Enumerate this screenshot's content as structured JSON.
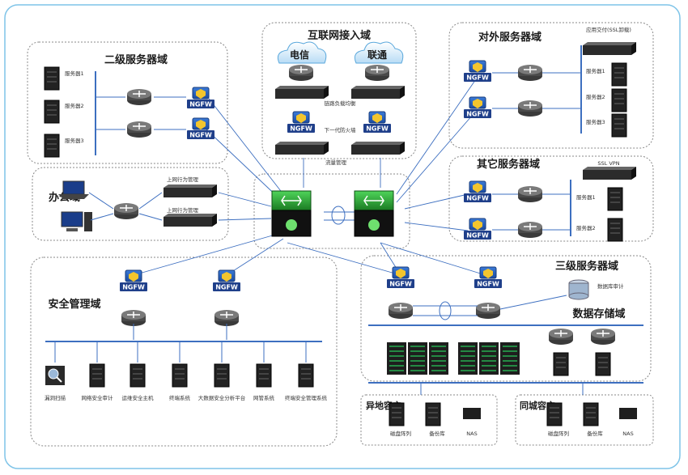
{
  "zones": {
    "internet": "互联网接入域",
    "level2": "二级服务器域",
    "external": "对外服务器域",
    "office": "办公域",
    "other": "其它服务器域",
    "security": "安全管理域",
    "level3": "三级服务器域",
    "storage": "数据存储域",
    "remote_dr": "异地容灾",
    "local_dr": "同城容灾"
  },
  "isp": {
    "telecom": "电信",
    "unicom": "联通"
  },
  "ngfw_label": "NGFW",
  "internet_devices": {
    "load_balancer": "链路负载均衡",
    "next_gen_fw": "下一代防火墙",
    "traffic": "流量管理"
  },
  "level2_servers": [
    "服务器1",
    "服务器2",
    "服务器3"
  ],
  "external_servers": [
    "服务器1",
    "服务器2",
    "服务器3"
  ],
  "external_gateway": "应用交付(SSL卸载)",
  "office_devices": [
    "上网行为管理",
    "上网行为管理"
  ],
  "other_vpn": "SSL VPN",
  "other_servers": [
    "服务器1",
    "服务器2"
  ],
  "security_tools": [
    "漏洞扫描",
    "网络安全审计",
    "运维安全主机",
    "终端系统",
    "大数据安全分析平台",
    "网管系统",
    "终端安全管理系统"
  ],
  "db_audit": "数据库审计",
  "dr_devices": [
    "磁盘阵列",
    "备份库",
    "NAS"
  ],
  "dr_devices_local": [
    "磁盘阵列",
    "备份库",
    "NAS"
  ]
}
